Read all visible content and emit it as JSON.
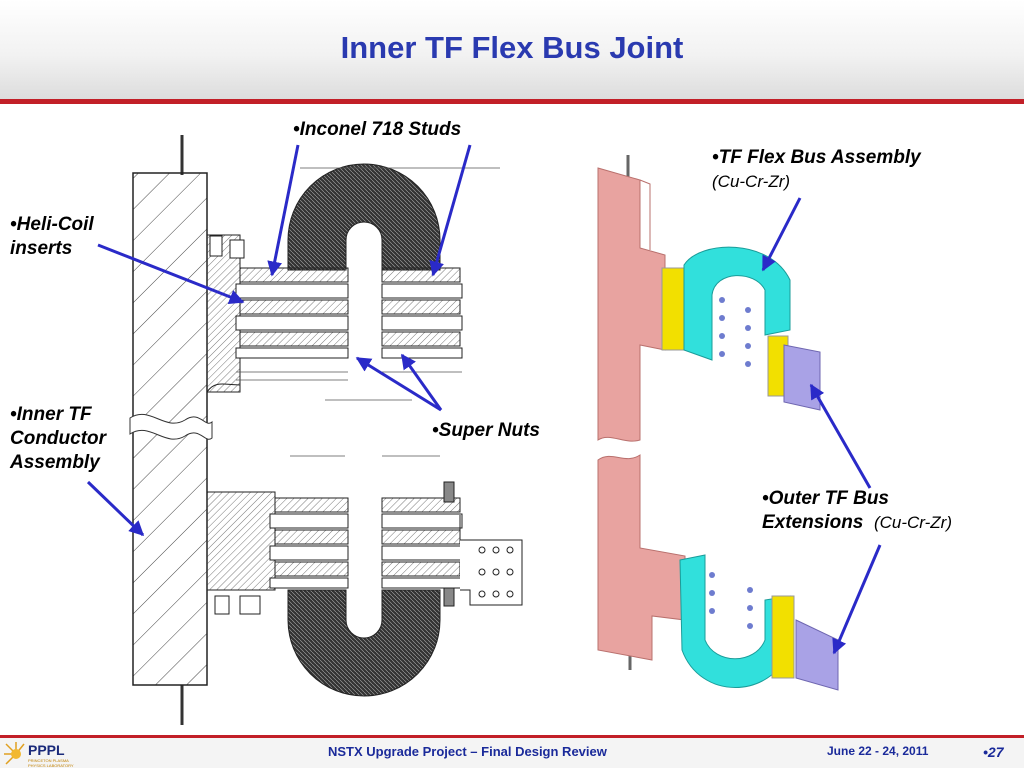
{
  "title": "Inner TF Flex Bus Joint",
  "labels": {
    "studs": "Inconel 718 Studs",
    "heli_line1": "Heli-Coil",
    "heli_line2": "inserts",
    "inner_line1": "Inner TF",
    "inner_line2": "Conductor",
    "inner_line3": "Assembly",
    "supernuts": "Super Nuts",
    "flexbus": "TF Flex Bus Assembly",
    "flexbus_material": "(Cu-Cr-Zr)",
    "outer_line1": "Outer TF Bus",
    "outer_line2": "Extensions",
    "outer_material": "(Cu-Cr-Zr)",
    "bullet": "•"
  },
  "footer": {
    "project": "NSTX Upgrade Project – Final Design Review",
    "date": "June 22 - 24, 2011",
    "page": "•27",
    "logo": "PPPL",
    "logo_sub": "PRINCETON PLASMA PHYSICS LABORATORY"
  },
  "colors": {
    "title": "#2a3ab0",
    "rule": "#c21f27",
    "arrow": "#2a2ac8",
    "copper": "#e8a3a0",
    "cyan": "#31e0dc",
    "yellow": "#f2e000",
    "lavender": "#a9a2e6"
  }
}
